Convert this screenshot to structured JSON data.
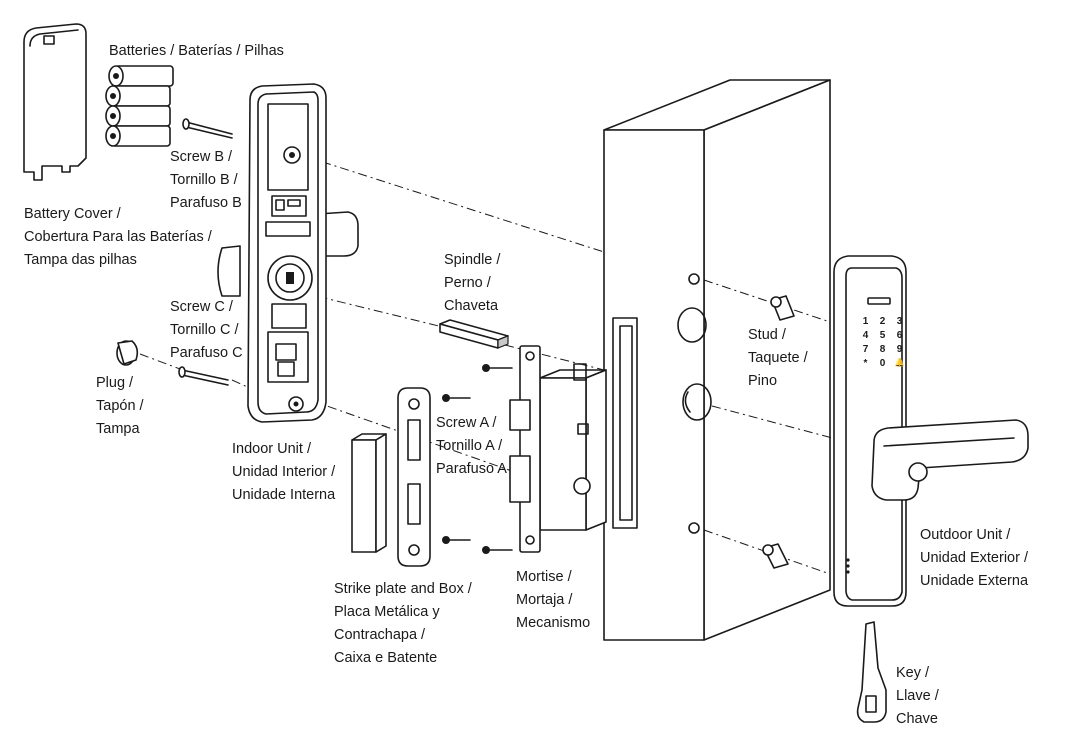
{
  "labels": {
    "batteries": [
      "Batteries / Baterías / Pilhas"
    ],
    "battery_cover": [
      "Battery Cover /",
      "Cobertura Para las Baterías /",
      "Tampa das pilhas"
    ],
    "screw_b": [
      "Screw B /",
      "Tornillo B /",
      "Parafuso B"
    ],
    "screw_c": [
      "Screw C /",
      "Tornillo C /",
      "Parafuso C"
    ],
    "plug": [
      "Plug /",
      "Tapón /",
      "Tampa"
    ],
    "indoor_unit": [
      "Indoor Unit /",
      "Unidad Interior /",
      "Unidade Interna"
    ],
    "spindle": [
      "Spindle /",
      "Perno /",
      "Chaveta"
    ],
    "screw_a": [
      "Screw A /",
      "Tornillo A /",
      "Parafuso A"
    ],
    "strike_plate": [
      "Strike plate and Box /",
      "Placa Metálica y",
      "Contrachapa /",
      "Caixa e Batente"
    ],
    "mortise": [
      "Mortise /",
      "Mortaja /",
      "Mecanismo"
    ],
    "stud": [
      "Stud /",
      "Taquete /",
      "Pino"
    ],
    "outdoor_unit": [
      "Outdoor Unit /",
      "Unidad Exterior /",
      "Unidade Externa"
    ],
    "key": [
      "Key /",
      "Llave /",
      "Chave"
    ]
  },
  "keypad": [
    "1",
    "2",
    "3",
    "4",
    "5",
    "6",
    "7",
    "8",
    "9",
    "*",
    "0",
    "🔔"
  ]
}
